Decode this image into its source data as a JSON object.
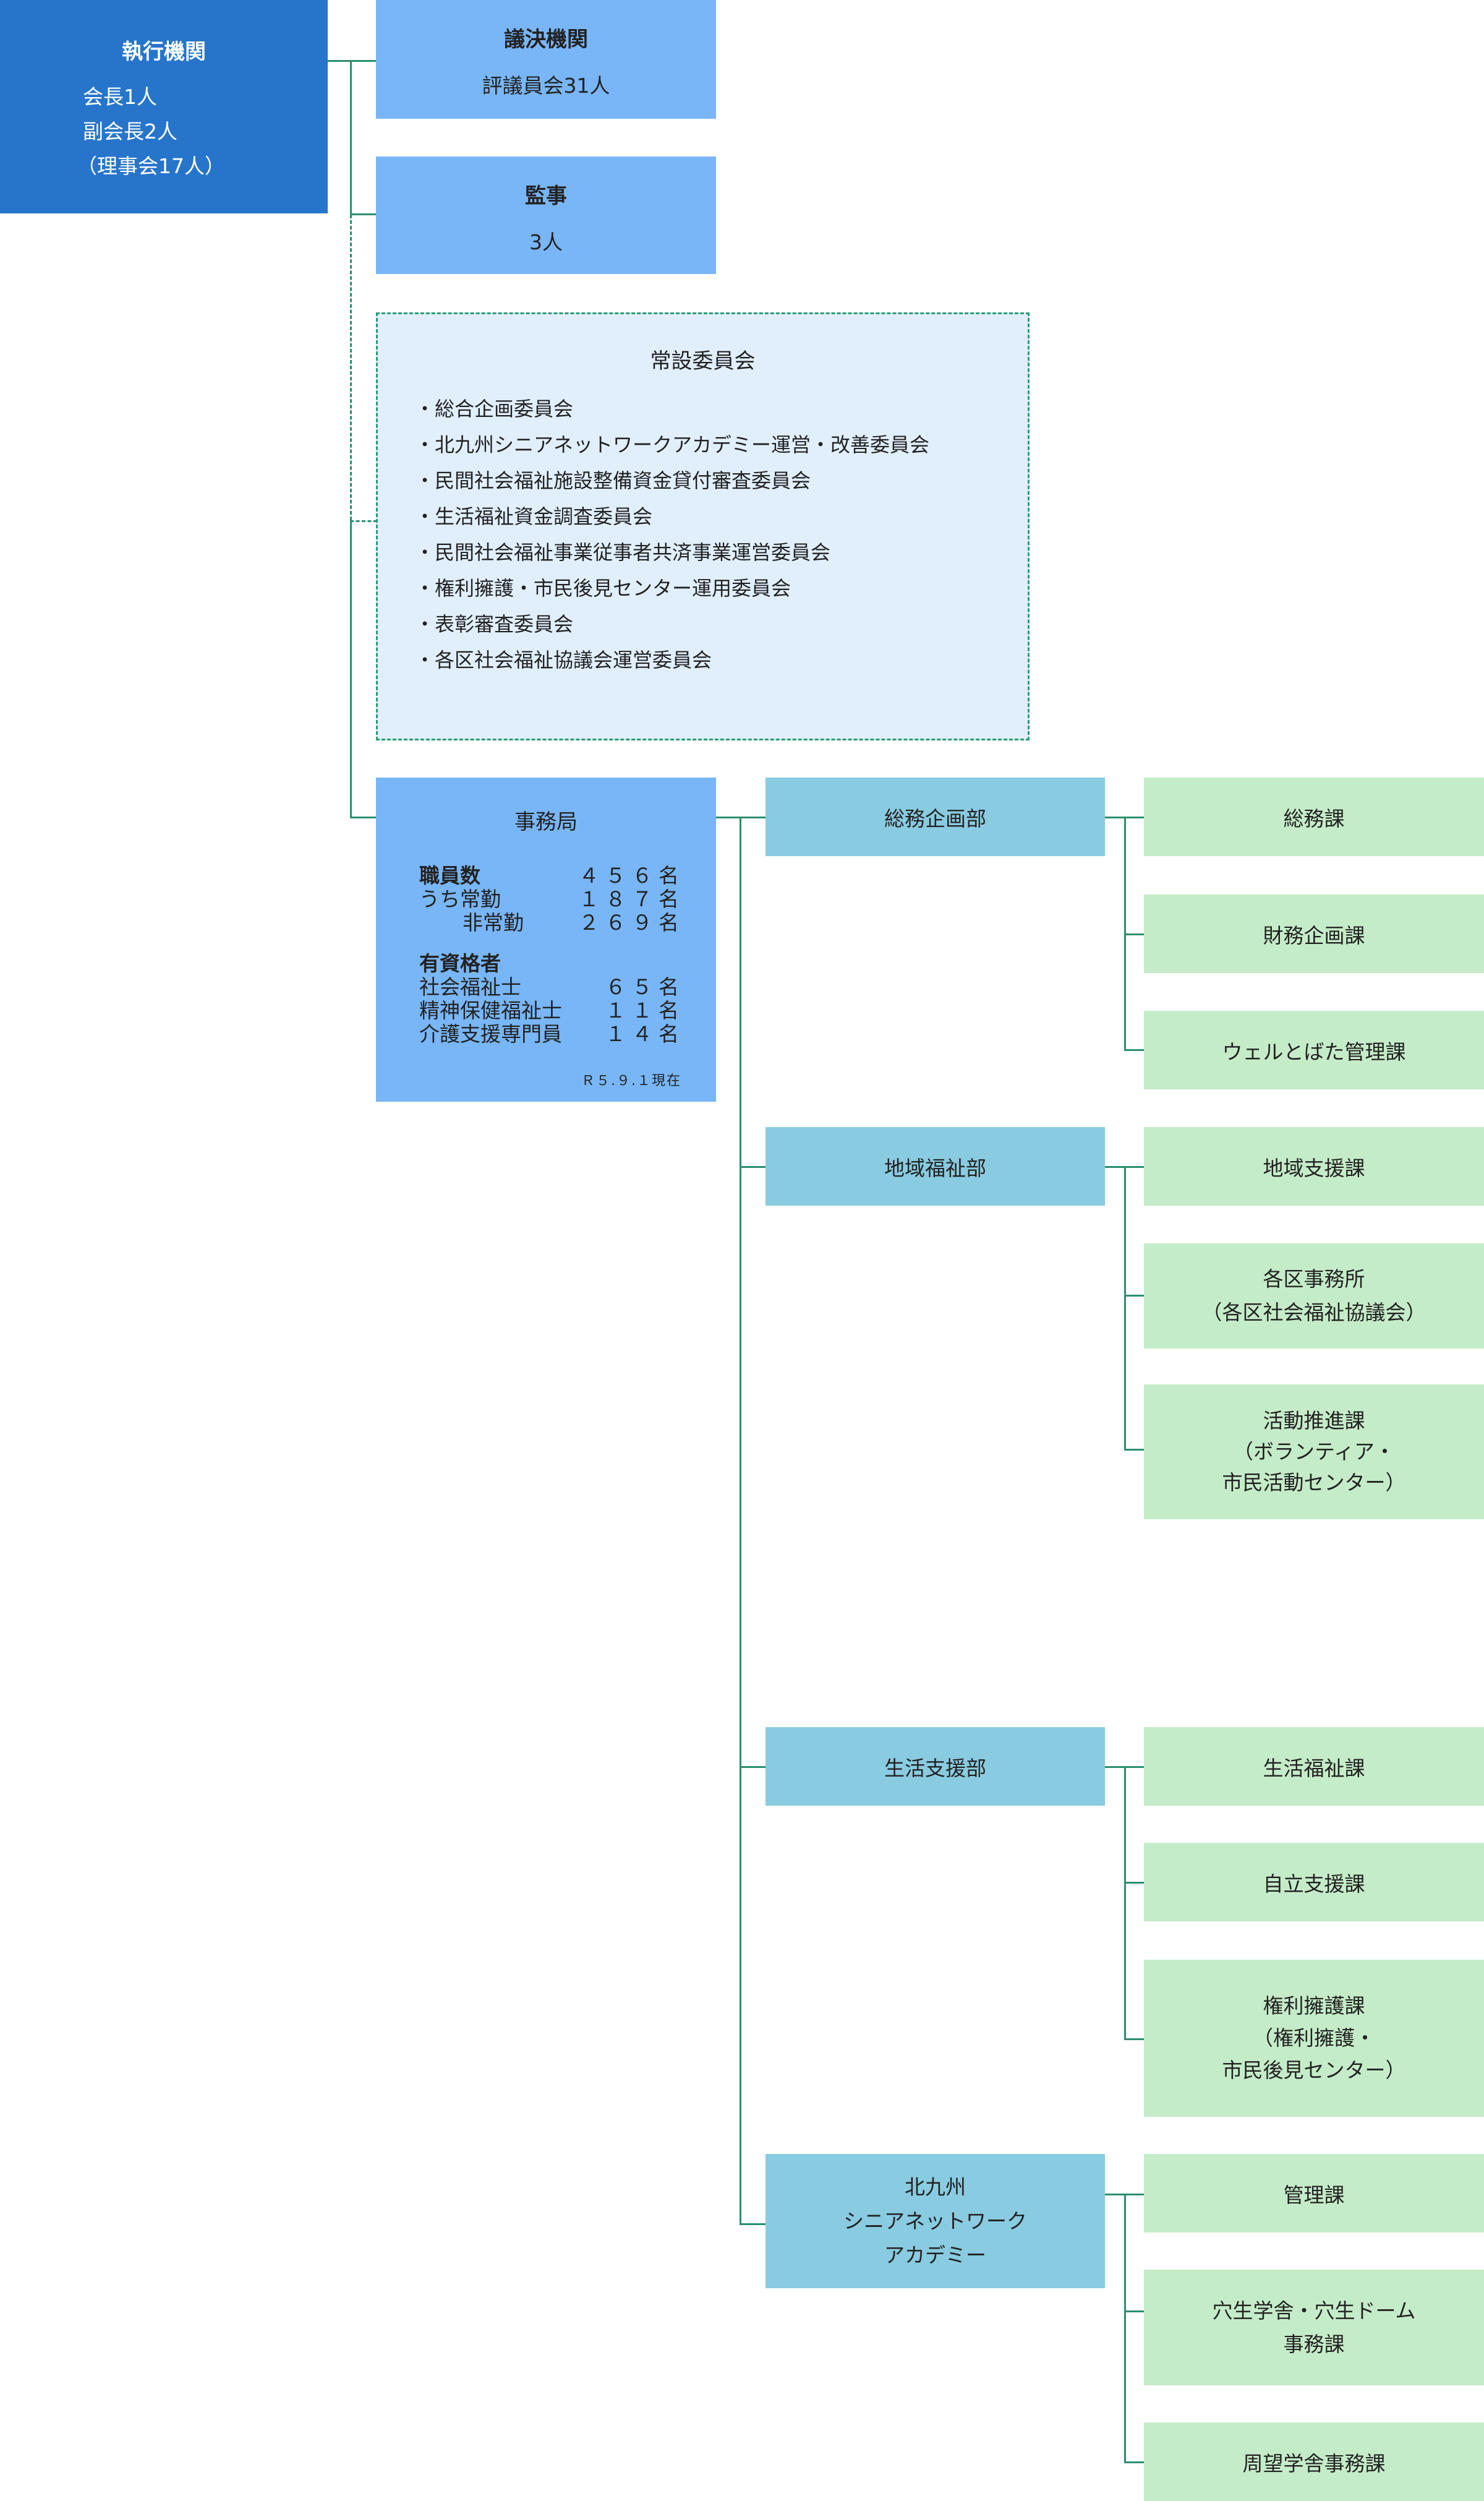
{
  "executive": {
    "title": "執行機関",
    "lines": [
      "会長1人",
      "副会長2人",
      "（理事会17人）"
    ]
  },
  "council": {
    "title": "議決機関",
    "detail": "評議員会31人"
  },
  "auditor": {
    "title": "監事",
    "detail": "3人"
  },
  "committees": {
    "title": "常設委員会",
    "items": [
      "・総合企画委員会",
      "・北九州シニアネットワークアカデミー運営・改善委員会",
      "・民間社会福祉施設整備資金貸付審査委員会",
      "・生活福祉資金調査委員会",
      "・民間社会福祉事業従事者共済事業運営委員会",
      "・権利擁護・市民後見センター運用委員会",
      "・表彰審査委員会",
      "・各区社会福祉協議会運営委員会"
    ]
  },
  "secretariat": {
    "title": "事務局",
    "staff_heading": "職員数",
    "staff_total": "４５６名",
    "full_time_label": "うち常勤",
    "full_time": "１８７名",
    "part_time_label": "非常勤",
    "part_time": "２６９名",
    "qualified_heading": "有資格者",
    "q1_label": "社会福祉士",
    "q1": "６５名",
    "q2_label": "精神保健福祉士",
    "q2": "１１名",
    "q3_label": "介護支援専門員",
    "q3": "１４名",
    "as_of": "Ｒ５.９.１現在"
  },
  "departments": [
    {
      "name": "総務企画部",
      "sections": [
        "総務課",
        "財務企画課",
        "ウェルとばた管理課"
      ]
    },
    {
      "name": "地域福祉部",
      "sections": [
        "地域支援課",
        "各区事務所\n（各区社会福祉協議会）",
        "活動推進課\n（ボランティア・\n市民活動センター）"
      ]
    },
    {
      "name": "生活支援部",
      "sections": [
        "生活福祉課",
        "自立支援課",
        "権利擁護課\n（権利擁護・\n市民後見センター）"
      ]
    },
    {
      "name": "北九州\nシニアネットワーク\nアカデミー",
      "sections": [
        "管理課",
        "穴生学舎・穴生ドーム\n事務課",
        "周望学舎事務課"
      ]
    }
  ],
  "colors": {
    "executive": "#2775cb",
    "organ": "#78b6f7",
    "committee_bg": "#e1effd",
    "department": "#89cbe0",
    "section": "#c5ecc8",
    "connector": "#2a8f6a"
  }
}
